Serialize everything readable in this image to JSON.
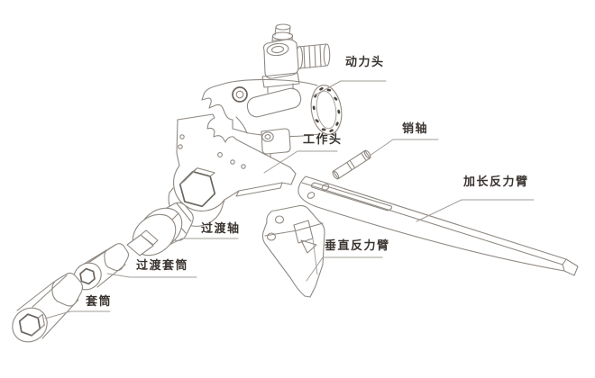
{
  "figure": {
    "type": "exploded-parts-diagram",
    "background": "#ffffff",
    "line_color": "#8f8983",
    "label_color": "#3a3431",
    "leader_color": "#a29c97",
    "labels": [
      {
        "id": "power-head",
        "text": "动力头"
      },
      {
        "id": "working-head",
        "text": "工作头"
      },
      {
        "id": "pin-shaft",
        "text": "销轴"
      },
      {
        "id": "extended-reaction-arm",
        "text": "加长反力臂"
      },
      {
        "id": "vertical-reaction-arm",
        "text": "垂直反力臂"
      },
      {
        "id": "transition-shaft",
        "text": "过渡轴"
      },
      {
        "id": "transition-sleeve",
        "text": "过渡套筒"
      },
      {
        "id": "socket",
        "text": "套筒"
      }
    ]
  }
}
